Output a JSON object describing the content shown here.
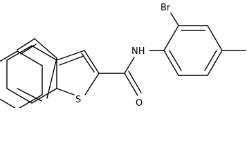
{
  "molecule": {
    "atoms": {
      "bromine": "Br",
      "amide_nitrogen": "NH",
      "carbonyl_oxygen": "O",
      "thiophene_sulfur": "S"
    },
    "colors": {
      "bond": "#000000",
      "label": "#000000",
      "background": "#ffffff"
    }
  }
}
